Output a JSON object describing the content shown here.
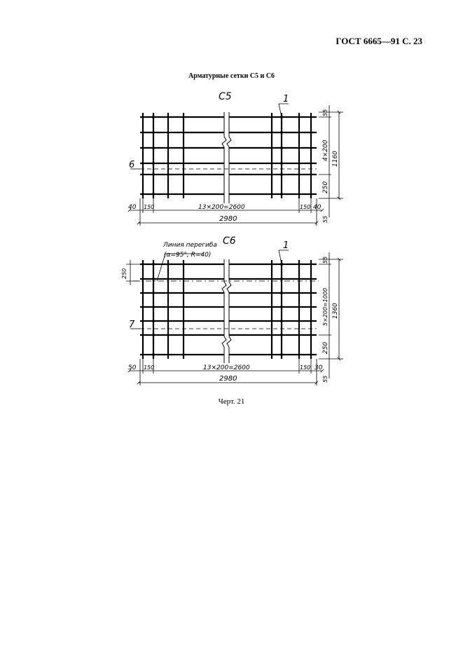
{
  "header": {
    "page_ref": "ГОСТ 6665—91 С. 23"
  },
  "title": "Арматурные сетки С5 и С6",
  "caption": "Черт. 21",
  "colors": {
    "ink": "#000000",
    "paper": "#ffffff"
  },
  "c5": {
    "label": "С5",
    "callout_main": "1",
    "callout_side": "6",
    "dim_bottom_left": "40",
    "dim_150_left": "150",
    "dim_middle": "13×200=2600",
    "dim_150_right": "150",
    "dim_bottom_right": "40",
    "dim_total": "2980",
    "dim_top": "55",
    "dim_vertical_4x": "4×200",
    "dim_250": "250",
    "dim_height": "1160",
    "dim_55_bottom": "55"
  },
  "c6": {
    "label": "С6",
    "callout_main": "1",
    "callout_side": "7",
    "bend_label": "Линия перегиба",
    "bend_params": "(α=95°, R=40)",
    "dim_left_250": "250",
    "dim_bottom_left": "50",
    "dim_150_left": "150",
    "dim_middle": "13×200=2600",
    "dim_150_right": "150",
    "dim_bottom_right": "30",
    "dim_total": "2980",
    "dim_top": "55",
    "dim_vertical_5x": "5×200=1000",
    "dim_250": "250",
    "dim_height": "1360",
    "dim_55_bottom": "55"
  }
}
